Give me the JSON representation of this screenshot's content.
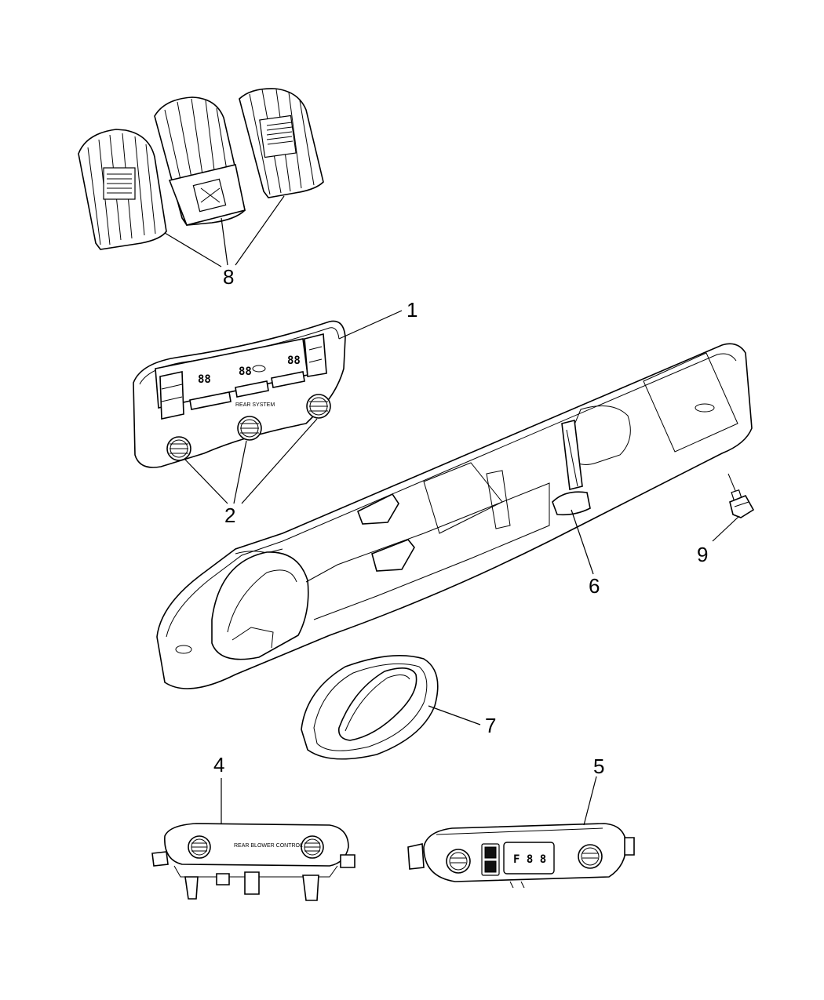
{
  "callouts": {
    "c1": "1",
    "c2": "2",
    "c4": "4",
    "c5": "5",
    "c6": "6",
    "c7": "7",
    "c8": "8",
    "c9": "9"
  },
  "panel1": {
    "display_a": "88",
    "display_b": "88",
    "display_c": "88",
    "label_rear_system": "REAR SYSTEM"
  },
  "panel4": {
    "label": "REAR BLOWER CONTROL"
  },
  "panel5": {
    "display": "F 8 8"
  },
  "parts": [
    {
      "callout": "1",
      "name": "overhead-control-panel"
    },
    {
      "callout": "2",
      "name": "control-knob"
    },
    {
      "callout": "4",
      "name": "rear-blower-control"
    },
    {
      "callout": "5",
      "name": "rear-climate-control"
    },
    {
      "callout": "6",
      "name": "bracket"
    },
    {
      "callout": "7",
      "name": "bezel"
    },
    {
      "callout": "8",
      "name": "air-outlet"
    },
    {
      "callout": "9",
      "name": "screw"
    }
  ]
}
